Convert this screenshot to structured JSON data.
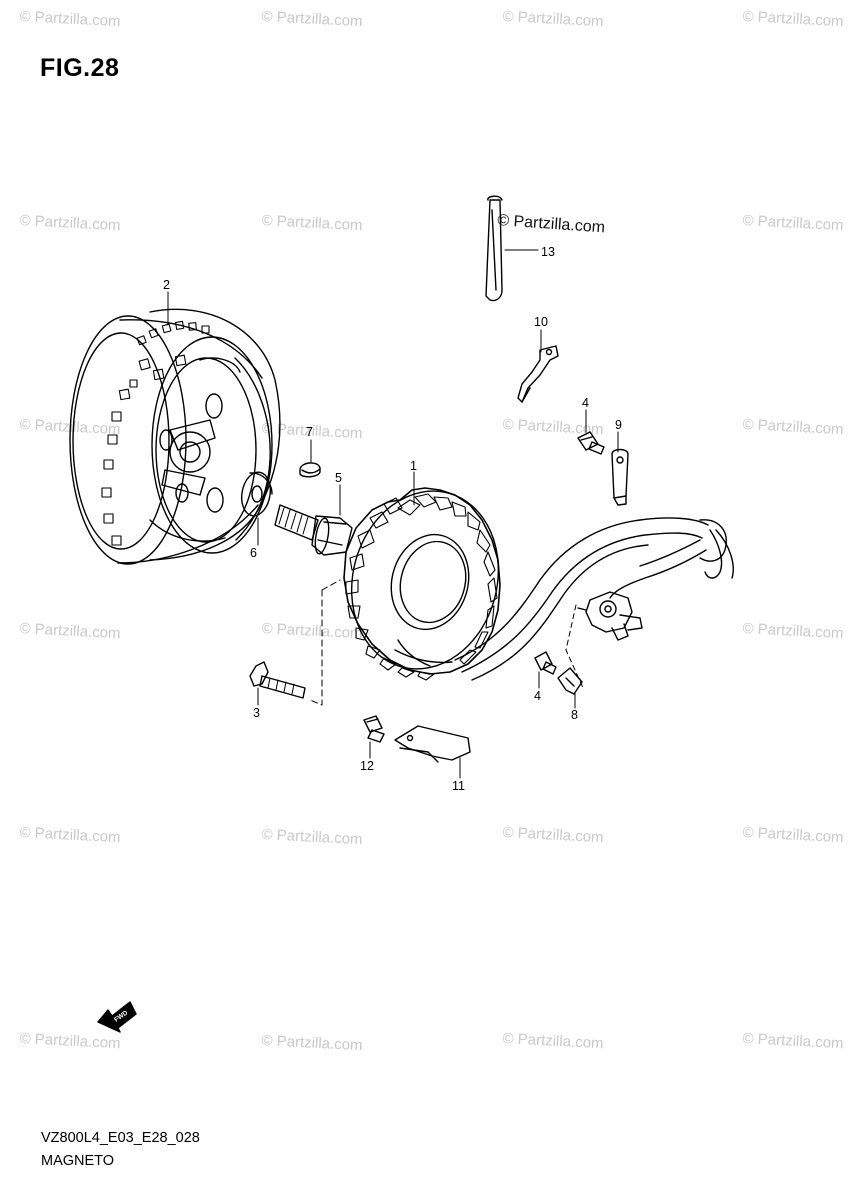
{
  "figure": {
    "title": "FIG.28",
    "diagram_code": "VZ800L4_E03_E28_028",
    "section_name": "MAGNETO"
  },
  "watermark": {
    "text": "© Partzilla.com",
    "brand_text": "© Partzilla.com",
    "color": "#c9c9c9"
  },
  "fwd_arrow": {
    "label": "FWD"
  },
  "parts": [
    {
      "ref": "1"
    },
    {
      "ref": "2"
    },
    {
      "ref": "3"
    },
    {
      "ref": "4"
    },
    {
      "ref": "4"
    },
    {
      "ref": "5"
    },
    {
      "ref": "6"
    },
    {
      "ref": "7"
    },
    {
      "ref": "8"
    },
    {
      "ref": "9"
    },
    {
      "ref": "10"
    },
    {
      "ref": "11"
    },
    {
      "ref": "12"
    },
    {
      "ref": "13"
    }
  ]
}
